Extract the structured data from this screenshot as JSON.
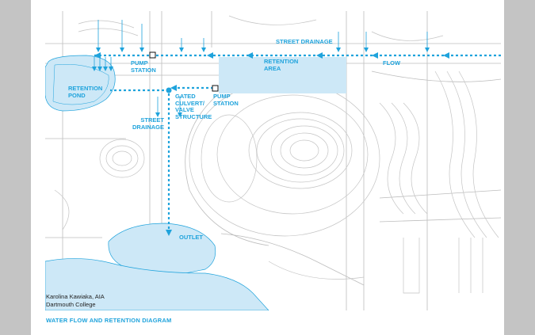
{
  "colors": {
    "water": "#1fa3dc",
    "fill": "#cde8f7",
    "lines": "#b5b5b5",
    "background": "#c4c4c4"
  },
  "labels": {
    "street_drainage_top": "STREET DRAINAGE",
    "pump_station_1": [
      "PUMP",
      "STATION"
    ],
    "retention_area": [
      "RETENTION",
      "AREA"
    ],
    "flow": "FLOW",
    "retention_pond": [
      "RETENTION",
      "POND"
    ],
    "gated_culvert": [
      "GATED",
      "CULVERT/",
      "VALVE",
      "STRUCTURE"
    ],
    "pump_station_2": [
      "PUMP",
      "STATION"
    ],
    "street_drainage_left": [
      "STREET",
      "DRAINAGE"
    ],
    "outlet": "OUTLET"
  },
  "credit": {
    "name": "Karolina Kawiaka, AIA",
    "org": "Dartmouth College"
  },
  "caption": "WATER FLOW AND RETENTION DIAGRAM",
  "icons": [
    "arrow-icon",
    "pump-station-icon",
    "valve-node-icon"
  ]
}
